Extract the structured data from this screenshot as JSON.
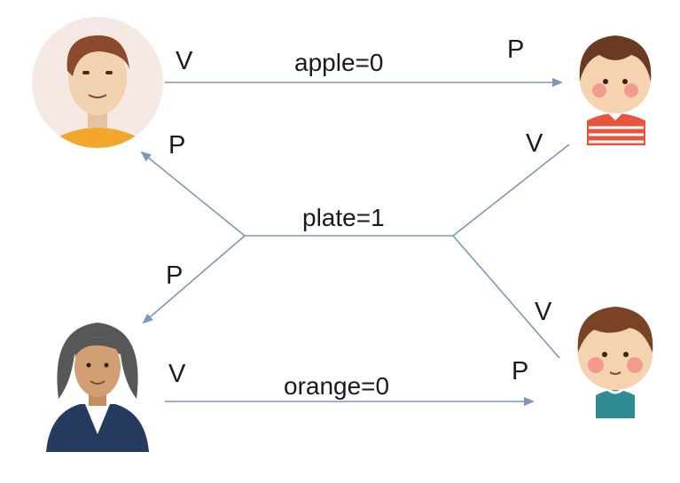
{
  "edges": {
    "top": {
      "label": "apple=0",
      "start_mark": "V",
      "end_mark": "P"
    },
    "middle": {
      "label": "plate=1",
      "top_left_mark": "P",
      "bottom_left_mark": "P",
      "top_right_mark": "V",
      "bottom_right_mark": "V"
    },
    "bottom": {
      "label": "orange=0",
      "start_mark": "V",
      "end_mark": "P"
    }
  },
  "colors": {
    "arrow": "#7b97c0",
    "text": "#1a1a1a"
  },
  "icons": {
    "top_left": "man-avatar-icon",
    "top_right": "girl-avatar-icon",
    "bottom_left": "woman-avatar-icon",
    "bottom_right": "boy-avatar-icon"
  }
}
